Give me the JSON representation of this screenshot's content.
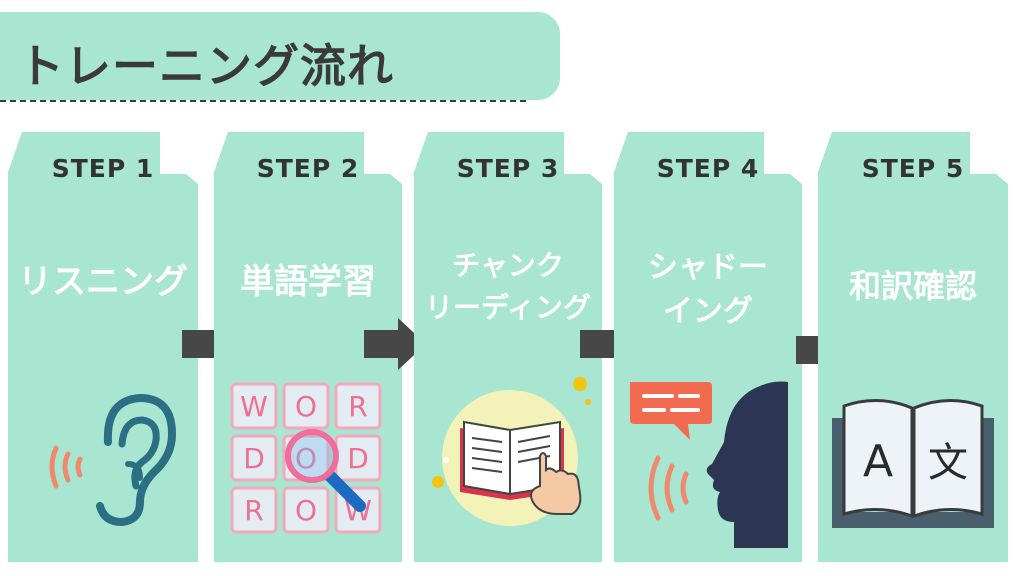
{
  "title": "トレーニング流れ",
  "steps": [
    {
      "label": "STEP 1",
      "title_lines": [
        "リスニング"
      ],
      "icon": "ear-icon"
    },
    {
      "label": "STEP 2",
      "title_lines": [
        "単語学習"
      ],
      "icon": "word-grid-magnifier-icon"
    },
    {
      "label": "STEP 3",
      "title_lines": [
        "チャンク",
        "リーディング"
      ],
      "icon": "book-pointing-hand-icon"
    },
    {
      "label": "STEP 4",
      "title_lines": [
        "シャドー",
        "イング"
      ],
      "icon": "speaking-head-icon"
    },
    {
      "label": "STEP 5",
      "title_lines": [
        "和訳確認"
      ],
      "icon": "translation-book-icon"
    }
  ],
  "word_grid": [
    "W",
    "O",
    "R",
    "D",
    "O",
    "D",
    "R",
    "O",
    "W"
  ],
  "translation_letters": {
    "left": "A",
    "right": "文"
  },
  "colors": {
    "card": "#a8e6d2",
    "arrow": "#474747",
    "step_text": "#333333",
    "title_text": "#ffffff",
    "ear": "#2a6f82",
    "sound_waves": "#f08a6e",
    "speech_bubble": "#f26b50",
    "head_silhouette": "#2c3654"
  }
}
